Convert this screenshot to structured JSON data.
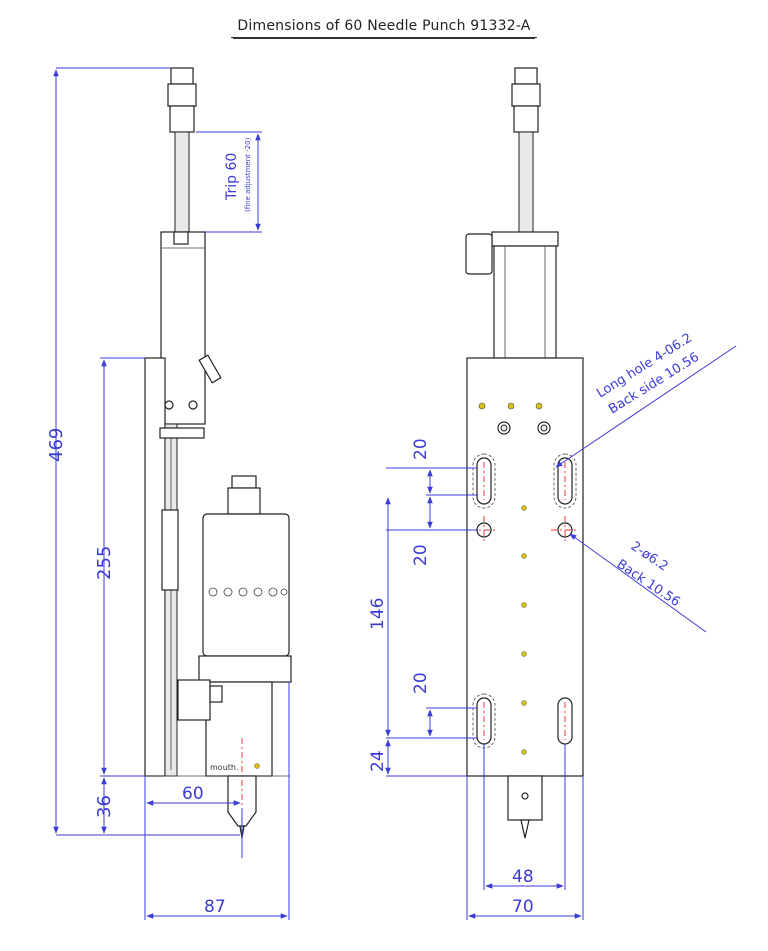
{
  "title": "Dimensions of 60 Needle Punch 91332-A",
  "colors": {
    "dimension": "#3b3bd6",
    "centerline": "#e33333",
    "hole_yellow": "#d8c21a",
    "outline": "#222222"
  },
  "left_view": {
    "dims": {
      "total_height": "469",
      "plate_height": "255",
      "bottom_offset": "36",
      "width_to_needle": "60",
      "total_width": "87"
    },
    "trip_label": "Trip 60",
    "trip_note": "(fine adjustment -20)",
    "motor_label": "mouth."
  },
  "right_view": {
    "dims": {
      "slot_top": "20",
      "slot_spacing": "20",
      "hole_span": "146",
      "slot_bottom": "20",
      "bottom_gap": "24",
      "hole_width": "48",
      "total_width": "70"
    },
    "callout_long_hole_line1": "Long hole 4-06.2",
    "callout_long_hole_line2": "Back side 10.56",
    "callout_round_hole_line1": "2-ø6.2",
    "callout_round_hole_line2": "Back 10.56"
  }
}
